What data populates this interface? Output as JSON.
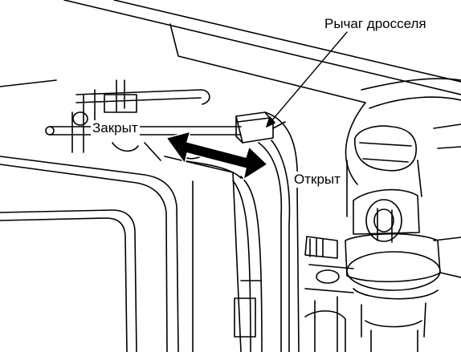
{
  "labels": {
    "lever": "Рычаг дросселя",
    "closed": "Закрыт",
    "open": "Открыт"
  },
  "colors": {
    "line": "#000000",
    "background": "#ffffff"
  }
}
